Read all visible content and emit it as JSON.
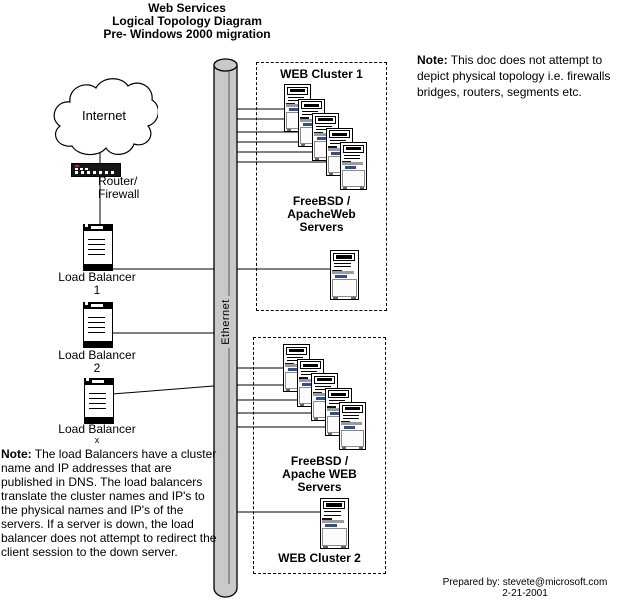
{
  "title": {
    "lines": [
      "Web Services",
      "Logical Topology Diagram",
      "Pre- Windows 2000 migration"
    ]
  },
  "top_note": {
    "label": "Note:",
    "lines": [
      "This doc does not attempt to",
      "depict physical topology i.e. firewalls",
      "bridges, routers, segments etc."
    ]
  },
  "internet_label": "Internet",
  "router_label": {
    "lines": [
      "Router/",
      "Firewall"
    ]
  },
  "load_balancers": [
    {
      "label": "Load Balancer",
      "number": "1"
    },
    {
      "label": "Load Balancer",
      "number": "2"
    },
    {
      "label": "Load Balancer",
      "number": "x"
    }
  ],
  "ethernet_label": "Ethernet",
  "clusters": [
    {
      "title": "WEB Cluster 1",
      "group_label": [
        "FreeBSD /",
        "ApacheWeb",
        "Servers"
      ],
      "cascade_count": 5,
      "single_count": 1
    },
    {
      "title": "WEB Cluster 2",
      "group_label": [
        "FreeBSD /",
        "Apache WEB",
        "Servers"
      ],
      "cascade_count": 5,
      "single_count": 1
    }
  ],
  "bottom_note": {
    "label": "Note:",
    "lines": [
      "The load Balancers have a cluster",
      "name and IP addresses that are",
      "published in DNS. The load balancers",
      "translate the cluster names and IP's to",
      "the physical names and IP's of the",
      "servers. If a server is down, the load",
      "balancer does not attempt to redirect the",
      "client session to the down server."
    ]
  },
  "footer": {
    "lines": [
      "Prepared by: stevete@microsoft.com",
      "2-21-2001"
    ]
  },
  "colors": {
    "pipe": "#c9c9c9",
    "accent_blue": "#2f4f8f",
    "led_red": "#bb2222",
    "line": "#000000"
  }
}
